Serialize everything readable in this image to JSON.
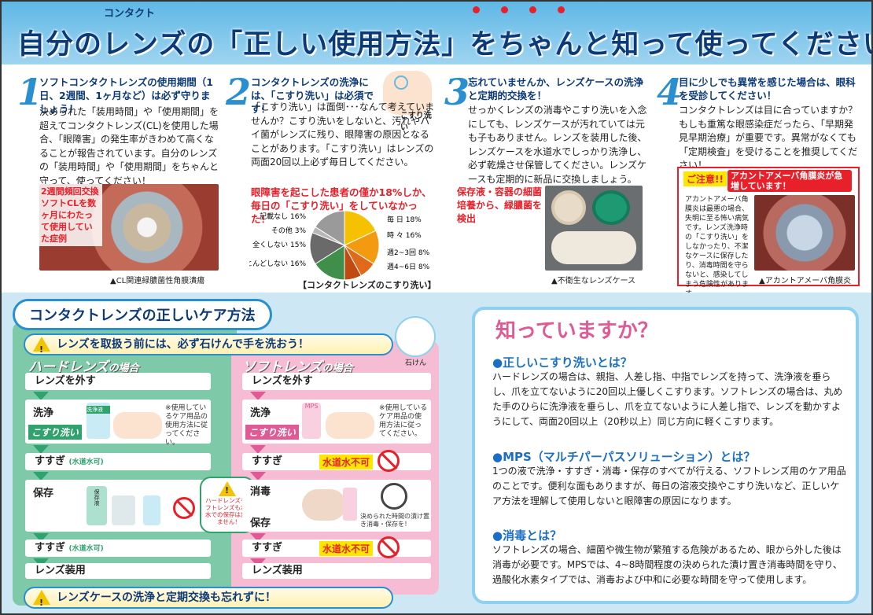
{
  "header": {
    "ruby": "コンタクト",
    "title": "自分のレンズの「正しい使用方法」をちゃんと知って使ってください！"
  },
  "steps": [
    {
      "num": "1",
      "head": "ソフトコンタクトレンズの使用期間（1日、2週間、1ヶ月など）は必ず守りましょう！",
      "body": "決められた「装用時間」や「使用期間」を超えてコンタクトレンズ(CL)を使用した場合、「眼障害」の発生率がきわめて高くなることが報告されています。自分のレンズの「装用時間」や「使用期間」をちゃんと守って、使ってください！",
      "photo_label": "2週間頻回交換ソフトCLを数ヶ月にわたって使用していた症例",
      "caption": "▲CL関連緑膿菌性角膜潰瘍"
    },
    {
      "num": "2",
      "head": "コンタクトレンズの洗浄には、「こすり洗い」は必須です！",
      "body1": "「こすり洗い」は面倒･･･なんて考えていませんか？こすり洗いをしないと、汚れやバイ菌がレンズに残り、眼障害の原因となることがあります。「こすり洗い」はレンズの両面20回以上必ず毎日してください。",
      "label": "こすり洗い",
      "chart_head": "眼障害を起こした患者の僅か18%しか、毎日の「こすり洗い」をしていなかった！",
      "chart_caption": "【コンタクトレンズのこすり洗い】"
    },
    {
      "num": "3",
      "head": "忘れていませんか、レンズケースの洗浄と定期的交換を！",
      "body": "せっかくレンズの消毒やこすり洗いを入念にしても、レンズケースが汚れていては元も子もありません。レンズを装用した後、レンズケースを水道水でしっかり洗浄し、必ず乾燥させ保管してください。レンズケースも定期的に新品に交換しましょう。",
      "photo_label": "保存液・容器の細菌培養から、緑膿菌を検出",
      "caption": "▲不衛生なレンズケース"
    },
    {
      "num": "4",
      "head": "目に少しでも異常を感じた場合は、眼科を受診してください！",
      "body": "コンタクトレンズは目に合っていますか？もしも重篤な眼感染症だったら、「早期発見早期治療」が重要です。異常がなくても「定期検査」を受けることを推奨してください！",
      "notice_tag": "ご注意!!",
      "notice_head": "アカントアメーバ角膜炎が急増しています！",
      "notice_body": "アカントアメーバ角膜炎は最悪の場合、失明に至る怖い病気です。レンズ洗浄時の「こすり洗い」をしなかったり、不潔なケースに保存したり、消毒時間を守らないと、感染してしまう危険性があります。",
      "caption": "▲アカントアメーバ角膜炎"
    }
  ],
  "chart_data": {
    "type": "pie",
    "title": "【コンタクトレンズのこすり洗い】",
    "categories": [
      "毎 日",
      "時 々",
      "週2~3回",
      "週4~6日",
      "ほとんどしない",
      "全くしない",
      "その他",
      "記載なし"
    ],
    "values": [
      18,
      16,
      8,
      8,
      16,
      15,
      3,
      16
    ],
    "value_labels": [
      "18%",
      "16%",
      "8%",
      "8%",
      "16%",
      "15%",
      "3%",
      "16%"
    ],
    "colors": [
      "#f6c200",
      "#f39a10",
      "#e06a1a",
      "#c14a12",
      "#3f8f4a",
      "#6a6a6a",
      "#b8b8b8",
      "#9a9a9a"
    ]
  },
  "care": {
    "title": "コンタクトレンズの正しいケア方法",
    "wash_hands": "レンズを取扱う前には、必ず石けんで手を洗おう！",
    "soap": "石けん",
    "hard": {
      "head": "ハードレンズ",
      "suffix": "の場合",
      "remove": "レンズを外す",
      "wash": "洗浄",
      "rub": "こすり洗い",
      "rinse": "すすぎ",
      "tap_ok": "(水道水可)",
      "store": "保存",
      "rinse2": "すすぎ",
      "tap_ok2": "(水道水可)",
      "wear": "レンズ装用",
      "bottle": "洗浄液",
      "store_bottle": "保存液",
      "note": "※使用しているケア用品の使用方法に従ってください。"
    },
    "soft": {
      "head": "ソフトレンズ",
      "suffix": "の場合",
      "remove": "レンズを外す",
      "wash": "洗浄",
      "rub": "こすり洗い",
      "rinse": "すすぎ",
      "no_tap": "水道水不可",
      "disinfect": "消毒",
      "store": "保存",
      "rinse2": "すすぎ",
      "no_tap2": "水道水不可",
      "wear": "レンズ装用",
      "bottle": "MPS",
      "note": "※使用しているケア用品の使用方法に従ってください。",
      "soak_note": "決められた時間の漬け置き消毒・保存を！"
    },
    "warn_note": "ハードレンズもソフトレンズも水道水での保存は出来ません！",
    "case_reminder": "レンズケースの洗浄と定期交換も忘れずに！"
  },
  "know": {
    "title": "知っていますか？",
    "items": [
      {
        "head": "●正しいこすり洗いとは？",
        "body": "ハードレンズの場合は、親指、人差し指、中指でレンズを持って、洗浄液を垂らし、爪を立てないように20回以上優しくこすります。ソフトレンズの場合は、丸めた手のひらに洗浄液を垂らし、爪を立てないように人差し指で、レンズを動かすようにして、両面20回以上（20秒以上）同じ方向に軽くこすります。"
      },
      {
        "head": "●MPS（マルチパーパスソリューション）とは？",
        "body": "1つの液で洗浄・すすぎ・消毒・保存のすべてが行える、ソフトレンズ用のケア用品のことです。便利な面もありますが、毎日の溶液交換やこすり洗いなど、正しいケア方法を理解して使用しないと眼障害の原因になります。"
      },
      {
        "head": "●消毒とは？",
        "body": "ソフトレンズの場合、細菌や微生物が繁殖する危険があるため、眼から外した後は消毒が必要です。MPSでは、4~8時間程度の決められた漬け置き消毒時間を守り、過酸化水素タイプでは、消毒および中和に必要な時間を守って使用します。"
      }
    ]
  }
}
